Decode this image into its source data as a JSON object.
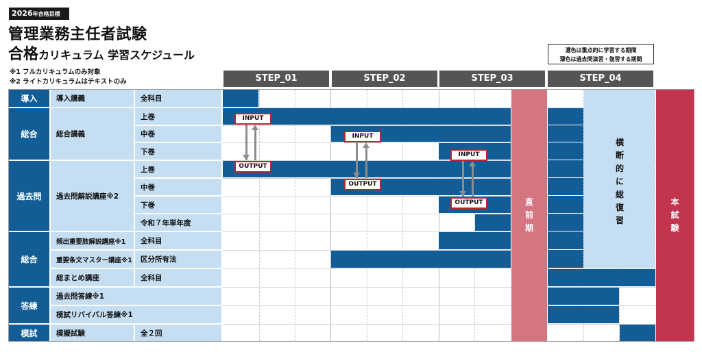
{
  "header": {
    "target_year": "2026",
    "target_suffix": "年合格目標",
    "title_line1": "管理業務主任者試験",
    "title_line2_main": "合格",
    "title_line2_sub": "カリキュラム 学習スケジュール",
    "notes": [
      "※1 フルカリキュラムのみ対象",
      "※2 ライトカリキュラムはテキストのみ"
    ]
  },
  "legend": [
    "濃色は重点的に学習する期間",
    "薄色は過去問演習・復習する期間"
  ],
  "steps": [
    "STEP_01",
    "STEP_02",
    "STEP_03",
    "STEP_04"
  ],
  "categories": [
    "導入",
    "総合",
    "過去問",
    "総合",
    "答練",
    "模試"
  ],
  "courses": [
    "導入講義",
    "総合講義",
    "過去問解説講座※2",
    "頻出重要肢解説講座※1",
    "重要条文マスター講座※1",
    "総まとめ講座",
    "過去問答練※1",
    "模試リバイバル答練※1",
    "模擬試験"
  ],
  "subs": [
    "全科目",
    "上巻",
    "中巻",
    "下巻",
    "上巻",
    "中巻",
    "下巻",
    "令和７年単年度",
    "全科目",
    "区分所有法",
    "全科目",
    "全２回"
  ],
  "tags": [
    "INPUT",
    "OUTPUT",
    "INPUT",
    "OUTPUT",
    "INPUT",
    "OUTPUT"
  ],
  "bands": {
    "chokuzenki": [
      "直",
      "前",
      "期"
    ],
    "oudan": [
      "横",
      "断",
      "的",
      "に",
      "総",
      "復",
      "習"
    ],
    "honshiken": [
      "本",
      "試",
      "験"
    ]
  },
  "colors": {
    "dark_blue": "#135d97",
    "light_blue": "#c5def2",
    "pink": "#d57581",
    "crimson": "#c3354f",
    "step_gray": "#555555"
  }
}
